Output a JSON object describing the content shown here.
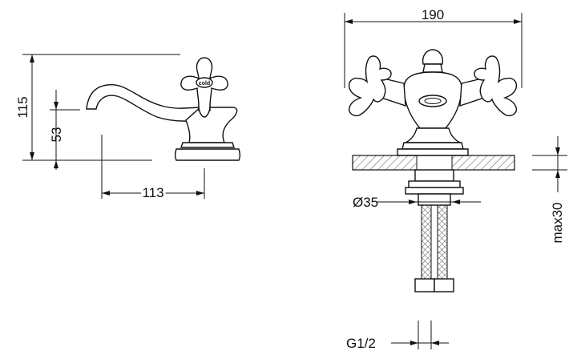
{
  "dimensions": {
    "overall_height": "115",
    "spout_height": "53",
    "spout_reach": "113",
    "overall_width": "190",
    "hole_diameter": "Ø35",
    "max_thickness": "max30",
    "thread": "G1/2"
  },
  "labels": {
    "handle_marking": "cold"
  },
  "colors": {
    "line": "#111111",
    "hatch": "#555555",
    "background": "#ffffff"
  }
}
